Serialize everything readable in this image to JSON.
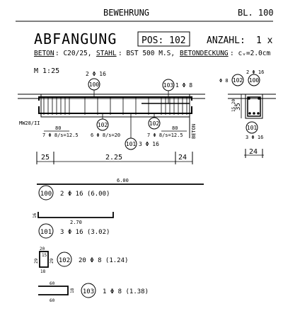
{
  "header": {
    "title": "BEWEHRUNG",
    "sheet": "BL. 100"
  },
  "part": {
    "name": "ABFANGUNG",
    "pos": "POS: 102",
    "count_label": "ANZAHL:",
    "count_value": "1 x"
  },
  "specs": {
    "beton_label": "BETON",
    "beton_value": ": C20/25,",
    "stahl_label": "STAHL",
    "stahl_value": ": BST 500 M.S,",
    "deckung_label": "BETONDECKUNG",
    "deckung_value": ": cᵥ=2.0cm"
  },
  "scale": "M 1:25",
  "elevation": {
    "top_label": "2 Φ 16",
    "top_ref": "100",
    "right_ref": "103",
    "right_label": "1 Φ 8",
    "left_note": "MW28/II",
    "beton_side": "BETON",
    "bottom_left_dim": "80",
    "bottom_left_stirrups": "7 Φ 8/s=12.5",
    "bottom_mid_ref": "102",
    "bottom_mid_stirrups": "6 Φ 8/s=20",
    "bottom_right_ref": "102",
    "bottom_right_dim": "80",
    "bottom_right_stirrups": "7 Φ 8/s=12.5",
    "bottom_101_ref": "101",
    "bottom_101_label": "3 Φ 16",
    "dims": {
      "left": "25",
      "mid": "2.25",
      "right": "24"
    }
  },
  "section": {
    "top_label": "2 Φ 16",
    "ref_left": "102",
    "ref_top": "100",
    "ref_left_label": "Φ 8",
    "height_dim": "35",
    "height_sub": "15.20",
    "bottom_ref": "101",
    "bottom_label": "3 Φ 16",
    "width_dim": "24"
  },
  "schedule": [
    {
      "ref": "100",
      "text": "2 Φ 16 (6.00)",
      "dim_top": "6.00"
    },
    {
      "ref": "101",
      "text": "3 Φ 16 (3.02)",
      "dim_top": "2.70",
      "dim_side": "16"
    },
    {
      "ref": "102",
      "text": "20 Φ 8 (1.24)",
      "dims": [
        "20",
        "29",
        "15",
        "29",
        "18"
      ]
    },
    {
      "ref": "103",
      "text": "1 Φ 8 (1.38)",
      "dim_top": "60",
      "dim_bottom": "60",
      "dim_side": "18"
    }
  ]
}
